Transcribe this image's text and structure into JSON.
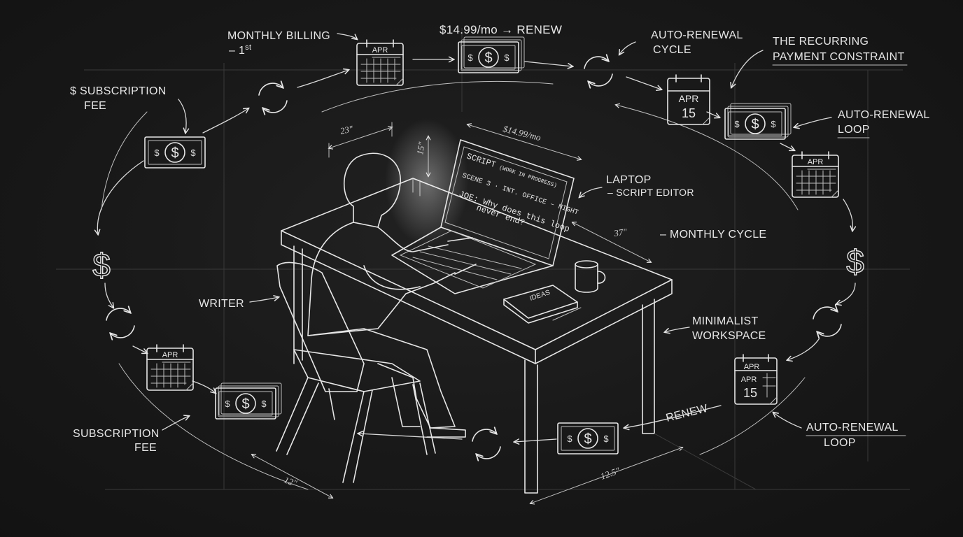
{
  "labels": {
    "monthly_billing_1": "MONTHLY BILLING",
    "monthly_billing_2": "– 1",
    "monthly_billing_sup": "st",
    "price_renew": "$14.99/mo → RENEW",
    "auto_renewal_cycle_1": "AUTO-RENEWAL",
    "auto_renewal_cycle_2": "CYCLE",
    "constraint_1": "THE RECURRING",
    "constraint_2": "PAYMENT CONSTRAINT",
    "subscription_fee_top_1": "$ SUBSCRIPTION",
    "subscription_fee_top_2": "FEE",
    "auto_renewal_loop_right_1": "AUTO-RENEWAL",
    "auto_renewal_loop_right_2": "LOOP",
    "laptop_1": "LAPTOP",
    "laptop_2": "– SCRIPT EDITOR",
    "monthly_cycle": "– MONTHLY CYCLE",
    "writer": "WRITER",
    "minimalist_1": "MINIMALIST",
    "minimalist_2": "WORKSPACE",
    "renew": "RENEW",
    "subscription_fee_bottom_1": "SUBSCRIPTION",
    "subscription_fee_bottom_2": "FEE",
    "auto_renewal_loop_bottom_1": "AUTO-RENEWAL",
    "auto_renewal_loop_bottom_2": "LOOP"
  },
  "dimensions": {
    "laptop_width": "23\"",
    "screen_height": "15\"",
    "laptop_price": "$14.99/mo",
    "desk_depth": "37\"",
    "desk_leg": "12.5\"",
    "chair_seat": "12\""
  },
  "screen": {
    "line1": "SCRIPT",
    "line1_small": "(WORK IN PROGRESS)",
    "line2": "SCENE 3 · INT. OFFICE – NIGHT",
    "line3": "JOE: Why does this loop",
    "line4": "never end?"
  },
  "notebook": "IDEAS",
  "calendar": {
    "month": "APR",
    "day": "15"
  },
  "icons": {
    "money": "dollar-bill-icon",
    "calendar": "calendar-icon",
    "cycle": "renew-cycle-icon",
    "dollar": "dollar-sign-icon"
  },
  "colors": {
    "background": "#161616",
    "ink": "#e6e6e6"
  }
}
